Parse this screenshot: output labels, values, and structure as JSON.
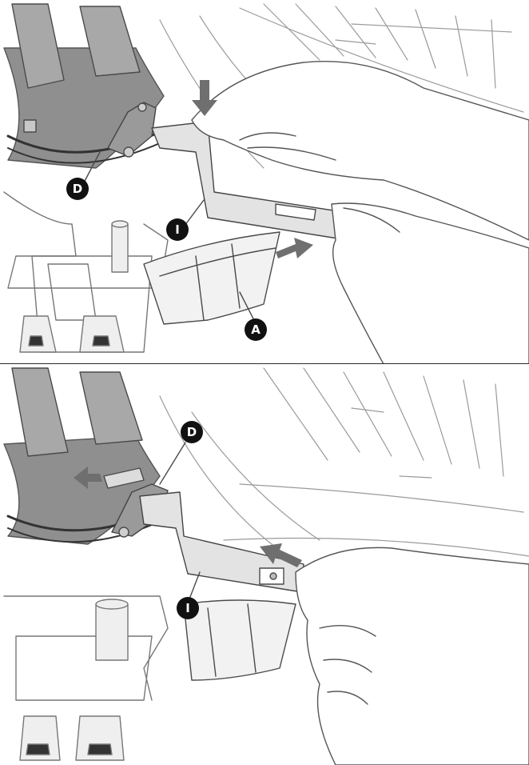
{
  "figure": {
    "panels": [
      {
        "id": "top",
        "callouts": [
          {
            "letter": "D",
            "target": "clip-collar"
          },
          {
            "letter": "I",
            "target": "tool-handle"
          },
          {
            "letter": "A",
            "target": "base-ring"
          }
        ],
        "arrows": [
          {
            "direction": "down",
            "meaning": "press"
          },
          {
            "direction": "right",
            "meaning": "pull"
          }
        ]
      },
      {
        "id": "bottom",
        "callouts": [
          {
            "letter": "D",
            "target": "clip-collar"
          },
          {
            "letter": "I",
            "target": "tool-handle"
          }
        ],
        "arrows": [
          {
            "direction": "left",
            "meaning": "pull"
          },
          {
            "direction": "up-left",
            "meaning": "push"
          }
        ]
      }
    ],
    "colors": {
      "line": "#4a4a4a",
      "housing": "#8f8f8f",
      "part": "#d9d9d9",
      "arrow": "#6f6f6f",
      "callout": "#111111",
      "divider": "#2a2a2a"
    }
  }
}
